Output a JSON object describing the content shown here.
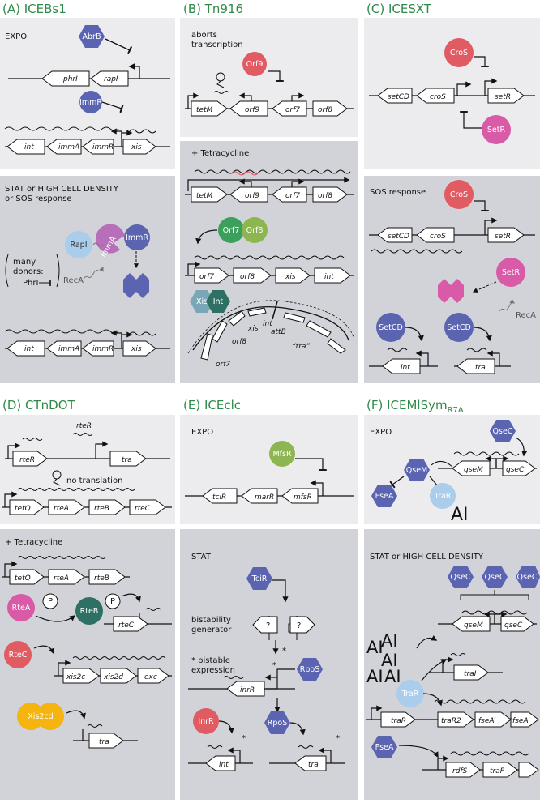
{
  "colors": {
    "panel_light": "#ececee",
    "panel_dark": "#d2d3d8",
    "title_green": "#2f8a4a",
    "blue": "#5a64b0",
    "red": "#e05b62",
    "pink": "#d95aa6",
    "light_blue": "#a9cdeb",
    "green": "#5db14a",
    "dark_green": "#3aa05c",
    "teal": "#2e7164",
    "yellow": "#f5b40f",
    "olive": "#8db650"
  },
  "panels": {
    "A": {
      "title": "(A) ICEBs1",
      "top_label": "EXPO",
      "bottom_label_1": "STAT or HIGH CELL DENSITY",
      "bottom_label_2": "or SOS response",
      "donors_1": "many",
      "donors_2": "donors:",
      "donors_3": "PhrI",
      "reca": "RecA",
      "proteins": {
        "abrb": "AbrB",
        "immr": "ImmR",
        "rapi": "RapI",
        "imma": "ImmA"
      },
      "genes": {
        "phri": "phrI",
        "rapi": "rapI",
        "int": "int",
        "imma": "immA",
        "immr": "immR",
        "xis": "xis"
      }
    },
    "B": {
      "title": "(B) Tn916",
      "aborts_1": "aborts",
      "aborts_2": "transcription",
      "tet_label": "+ Tetracycline",
      "proteins": {
        "orf9": "Orf9",
        "orf7": "Orf7",
        "orf8": "Orf8",
        "xis": "Xis",
        "int": "Int"
      },
      "genes": {
        "tetm": "tetM",
        "orf9": "orf9",
        "orf7": "orf7",
        "orf8": "orf8",
        "xis": "xis",
        "int": "int",
        "attb": "attB",
        "tra": "“tra”"
      }
    },
    "C": {
      "title": "(C) ICESXT",
      "bottom_label": "SOS response",
      "reca": "RecA",
      "proteins": {
        "cros": "CroS",
        "setr": "SetR",
        "setcd": "SetCD"
      },
      "genes": {
        "setcd": "setCD",
        "cros": "croS",
        "setr": "setR",
        "int": "int",
        "tra": "tra"
      }
    },
    "D": {
      "title": "(D) CTnDOT",
      "no_translation": "no translation",
      "tet_label": "+ Tetracycline",
      "p": "P",
      "proteins": {
        "rtea": "RteA",
        "rteb": "RteB",
        "rtec": "RteC",
        "xis2cd": "Xis2cd"
      },
      "genes": {
        "rter": "rteR",
        "tra": "tra",
        "tetq": "tetQ",
        "rtea": "rteA",
        "rteb": "rteB",
        "rtec": "rteC",
        "xis2c": "xis2c",
        "xis2d": "xis2d",
        "exc": "exc"
      }
    },
    "E": {
      "title": "(E) ICEclc",
      "top_label": "EXPO",
      "bottom_label": "STAT",
      "bistab_1": "bistability",
      "bistab_2": "generator",
      "biexp_1": "* bistable",
      "biexp_2": "expression",
      "star": "*",
      "q": "?",
      "proteins": {
        "mfsr": "MfsR",
        "tcir": "TciR",
        "rpos": "RpoS",
        "inrr": "InrR"
      },
      "genes": {
        "tcir": "tciR",
        "marr": "marR",
        "mfsr": "mfsR",
        "inrr": "inrR",
        "int": "int",
        "tra": "tra"
      }
    },
    "F": {
      "title": "(F) ICEMlSym",
      "title_sub": "R7A",
      "top_label": "EXPO",
      "bottom_label": "STAT or HIGH CELL DENSITY",
      "ai": "AI",
      "proteins": {
        "qsec": "QseC",
        "qsem": "QseM",
        "fsea": "FseA",
        "trar": "TraR"
      },
      "genes": {
        "qsem": "qseM",
        "qsec": "qseC",
        "trai": "traI",
        "trar": "traR",
        "trar2": "traR2",
        "fseap": "fseA′",
        "fsea2": "′fseA",
        "rdfs": "rdfS",
        "traf": "traF"
      }
    }
  }
}
